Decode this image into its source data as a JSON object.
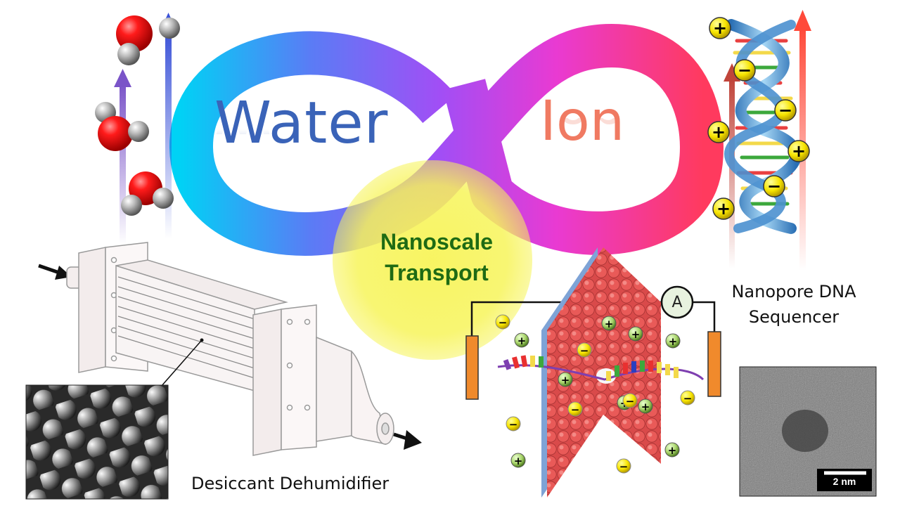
{
  "infinity": {
    "left_word": "Water",
    "right_word": "Ion",
    "center_title_line1": "Nanoscale",
    "center_title_line2": "Transport",
    "gradient_colors": [
      "#00d2f5",
      "#5a7cf5",
      "#a24ef5",
      "#e93ad2",
      "#ff3a5e"
    ],
    "center_glow_color": "#f7f45a"
  },
  "desiccant": {
    "label": "Desiccant Dehumidifier"
  },
  "nanopore": {
    "label_line1": "Nanopore DNA",
    "label_line2": "Sequencer",
    "ammeter_symbol": "A",
    "scale_bar_text": "2 nm",
    "membrane_color": "#e94b4b"
  },
  "ions": {
    "positive_symbol": "+",
    "negative_symbol": "−"
  },
  "icons": [
    "water-molecule-icon",
    "dna-helix-icon",
    "ammeter-icon",
    "arrow-icon"
  ]
}
